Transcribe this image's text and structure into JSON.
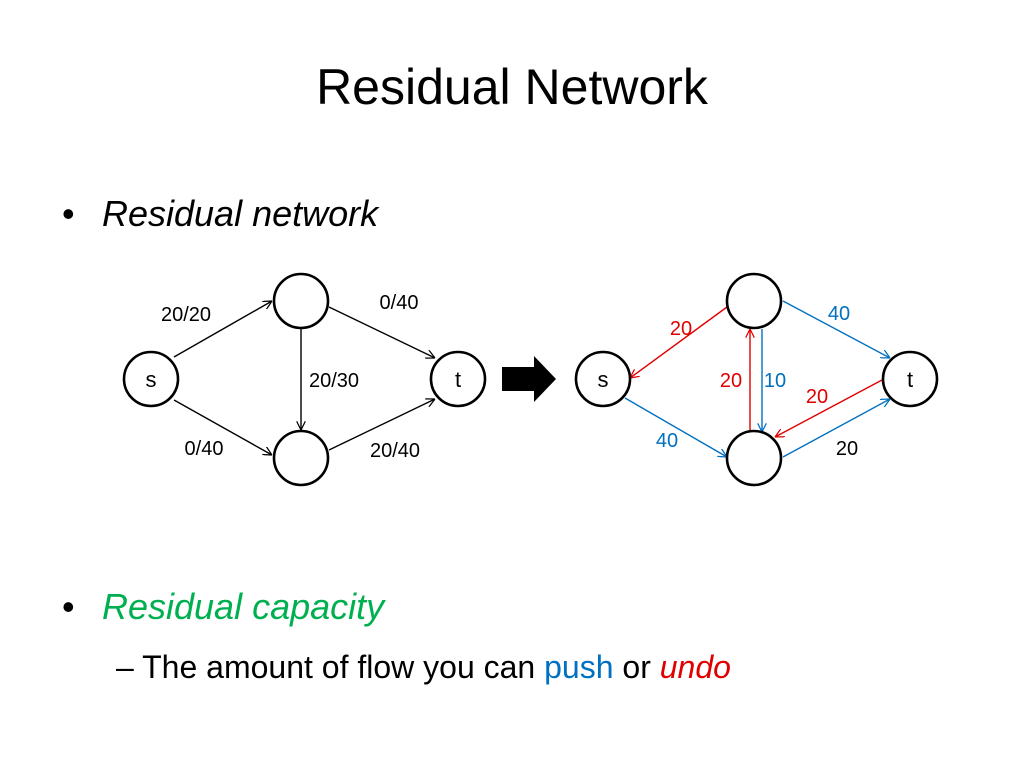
{
  "slide": {
    "title": "Residual Network",
    "bullet1": "Residual network",
    "bullet2": "Residual capacity",
    "sub": {
      "dash": "–",
      "text_before": " The amount of flow you can ",
      "push": "push",
      "or": " or ",
      "undo": "undo"
    },
    "bullet_symbol": "•"
  },
  "colors": {
    "text": "#000000",
    "green": "#00b050",
    "blue": "#0070c0",
    "red": "#e00000"
  },
  "left_graph": {
    "nodes": {
      "s": "s",
      "t": "t",
      "top": "",
      "bottom": ""
    },
    "edges": {
      "s_top": "20/20",
      "top_t": "0/40",
      "top_bottom": "20/30",
      "s_bottom": "0/40",
      "bottom_t": "20/40"
    }
  },
  "right_graph": {
    "nodes": {
      "s": "s",
      "t": "t",
      "top": "",
      "bottom": ""
    },
    "edges": {
      "top_s": "20",
      "top_t": "40",
      "bottom_top": "20",
      "top_bottom": "10",
      "t_bottom": "20",
      "s_bottom": "40",
      "bottom_t": "20"
    }
  }
}
